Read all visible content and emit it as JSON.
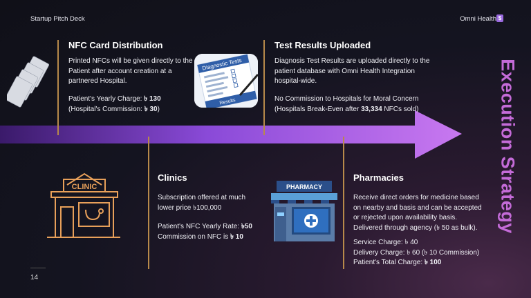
{
  "header": {
    "left": "Startup Pitch Deck",
    "right": "Omni Health",
    "logo_icon": "omni-health-logo-icon"
  },
  "side_title": "Execution Strategy",
  "page_number": "14",
  "colors": {
    "arrow_start": "#3a1a6a",
    "arrow_end": "#c878f0",
    "title_accent": "#c46bd8",
    "divider": "#b88a4a"
  },
  "sections": {
    "nfc": {
      "title": "NFC Card Distribution",
      "body": "Printed NFCs will be given directly to the Patient after account creation at a partnered Hospital.",
      "charge_label": "Patient's Yearly Charge: ",
      "charge_value": "৳ 130",
      "commission_label": "(Hospital's Commission: ",
      "commission_value": "৳ 30",
      "commission_end": ")"
    },
    "tests": {
      "title": "Test Results Uploaded",
      "body": "Diagnosis Test Results are uploaded directly to the patient database with Omni Health Integration hospital-wide.",
      "note1": "No Commission to Hospitals for Moral Concern",
      "note2_a": "(Hospitals Break-Even after ",
      "note2_b": "33,334",
      "note2_c": " NFCs sold)",
      "image_title": "Diagnostic Tests",
      "image_footer": "Results"
    },
    "clinics": {
      "title": "Clinics",
      "body": "Subscription offered at much lower price ৳100,000",
      "rate_label": "Patient's NFC Yearly Rate: ",
      "rate_value": "৳50",
      "comm_label": "Commission on NFC is ",
      "comm_value": "৳ 10",
      "sign": "CLINIC"
    },
    "pharmacies": {
      "title": "Pharmacies",
      "body": "Receive direct orders for medicine based on nearby and basis and can be accepted or rejected upon availability basis. Delivered through agency (৳ 50 as bulk).",
      "service": "Service Charge: ৳ 40",
      "delivery": "Delivery Charge: ৳ 60 (৳ 10 Commission)",
      "total_label": "Patient's Total Charge: ",
      "total_value": "৳ 100",
      "sign": "PHARMACY"
    }
  }
}
